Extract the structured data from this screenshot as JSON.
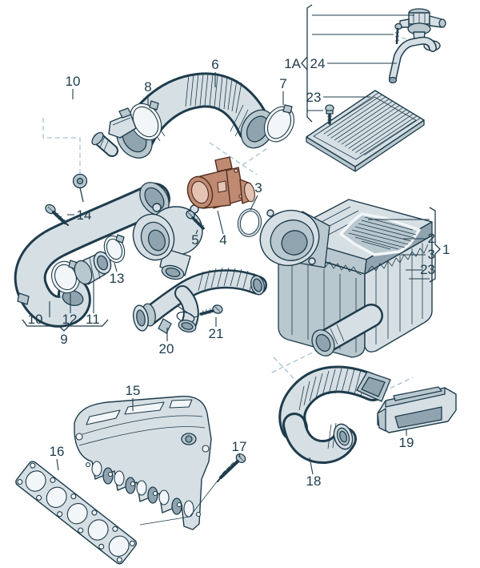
{
  "colors": {
    "background": "#ffffff",
    "line": "#1e3c4c",
    "label": "#1e3c4c",
    "fill_light": "#d6dfe4",
    "fill_mid": "#b9c7ce",
    "fill_dark": "#8fa4af",
    "fill_white": "#f3f6f8",
    "dash": "#a4c2d2",
    "highlight_fill": "#c08a72",
    "highlight_light": "#e3c4b4",
    "highlight_line": "#4f2d1d"
  },
  "diagram": {
    "description": "Exploded parts diagram - air cleaner and intake system",
    "callouts": {
      "c10_top": "10",
      "c8": "8",
      "c6": "6",
      "c7": "7",
      "c1a": "1A",
      "c24": "24",
      "c23_top": "23",
      "c14": "14",
      "c5": "5",
      "c4": "4",
      "c3_oring": "3",
      "c2": "2",
      "c3_box": "3",
      "c23_box": "23",
      "c1": "1",
      "c13": "13",
      "c10_bot": "10",
      "c12": "12",
      "c11": "11",
      "c9": "9",
      "c20": "20",
      "c21": "21",
      "c15": "15",
      "c16": "16",
      "c17": "17",
      "c18": "18",
      "c19": "19"
    }
  }
}
